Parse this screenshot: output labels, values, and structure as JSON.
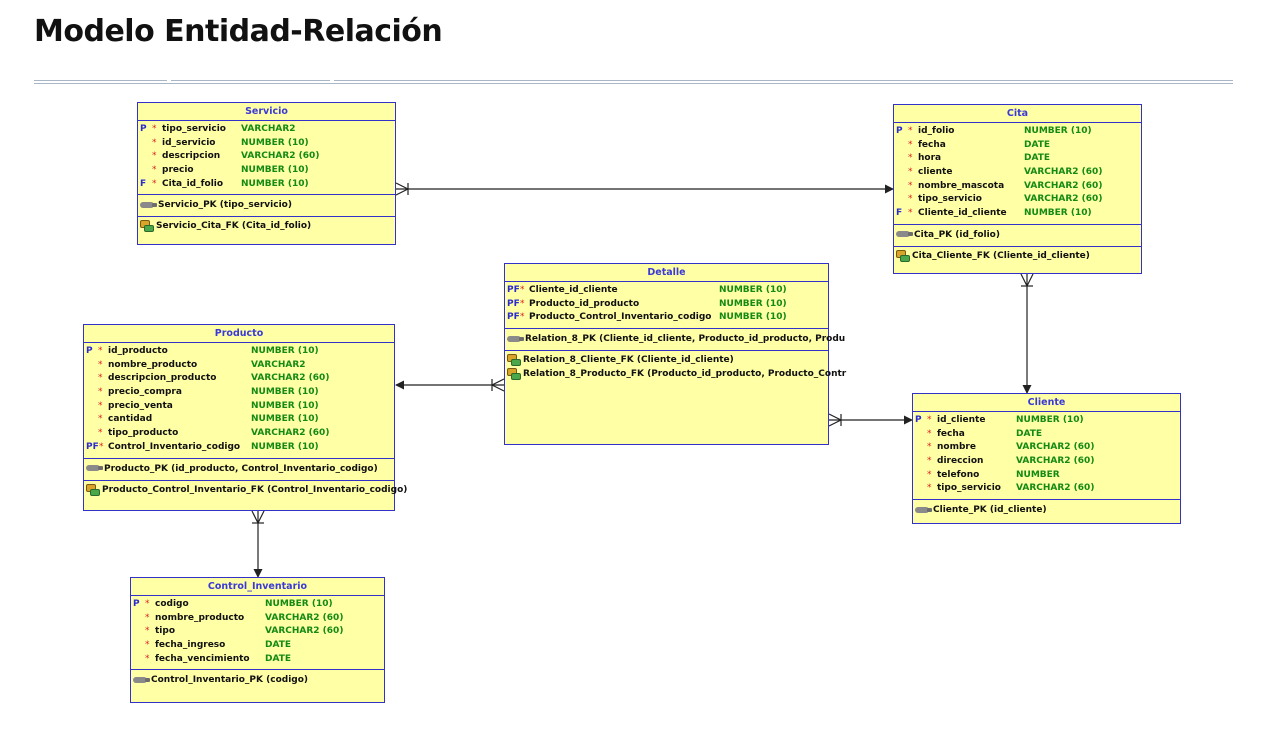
{
  "page": {
    "title": "Modelo Entidad-Relación"
  },
  "entities": {
    "servicio": {
      "name": "Servicio",
      "attributes": [
        {
          "key": "P",
          "mandatory": "*",
          "name": "tipo_servicio",
          "type": "VARCHAR2"
        },
        {
          "key": "",
          "mandatory": "*",
          "name": "id_servicio",
          "type": "NUMBER (10)"
        },
        {
          "key": "",
          "mandatory": "*",
          "name": "descripcion",
          "type": "VARCHAR2 (60)"
        },
        {
          "key": "",
          "mandatory": "*",
          "name": "precio",
          "type": "NUMBER (10)"
        },
        {
          "key": "F",
          "mandatory": "*",
          "name": "Cita_id_folio",
          "type": "NUMBER (10)"
        }
      ],
      "pk": [
        "Servicio_PK (tipo_servicio)"
      ],
      "fk": [
        "Servicio_Cita_FK (Cita_id_folio)"
      ]
    },
    "cita": {
      "name": "Cita",
      "attributes": [
        {
          "key": "P",
          "mandatory": "*",
          "name": "id_folio",
          "type": "NUMBER (10)"
        },
        {
          "key": "",
          "mandatory": "*",
          "name": "fecha",
          "type": "DATE"
        },
        {
          "key": "",
          "mandatory": "*",
          "name": "hora",
          "type": "DATE"
        },
        {
          "key": "",
          "mandatory": "*",
          "name": "cliente",
          "type": "VARCHAR2 (60)"
        },
        {
          "key": "",
          "mandatory": "*",
          "name": "nombre_mascota",
          "type": "VARCHAR2 (60)"
        },
        {
          "key": "",
          "mandatory": "*",
          "name": "tipo_servicio",
          "type": "VARCHAR2 (60)"
        },
        {
          "key": "F",
          "mandatory": "*",
          "name": "Cliente_id_cliente",
          "type": "NUMBER (10)"
        }
      ],
      "pk": [
        "Cita_PK (id_folio)"
      ],
      "fk": [
        "Cita_Cliente_FK (Cliente_id_cliente)"
      ]
    },
    "detalle": {
      "name": "Detalle",
      "attributes": [
        {
          "key": "PF",
          "mandatory": "*",
          "name": "Cliente_id_cliente",
          "type": "NUMBER (10)"
        },
        {
          "key": "PF",
          "mandatory": "*",
          "name": "Producto_id_producto",
          "type": "NUMBER (10)"
        },
        {
          "key": "PF",
          "mandatory": "*",
          "name": "Producto_Control_Inventario_codigo",
          "type": "NUMBER (10)"
        }
      ],
      "pk": [
        "Relation_8_PK (Cliente_id_cliente, Producto_id_producto, Produ"
      ],
      "fk": [
        "Relation_8_Cliente_FK (Cliente_id_cliente)",
        "Relation_8_Producto_FK (Producto_id_producto, Producto_Contr"
      ]
    },
    "producto": {
      "name": "Producto",
      "attributes": [
        {
          "key": "P",
          "mandatory": "*",
          "name": "id_producto",
          "type": "NUMBER (10)"
        },
        {
          "key": "",
          "mandatory": "*",
          "name": "nombre_producto",
          "type": "VARCHAR2"
        },
        {
          "key": "",
          "mandatory": "*",
          "name": "descripcion_producto",
          "type": "VARCHAR2 (60)"
        },
        {
          "key": "",
          "mandatory": "*",
          "name": "precio_compra",
          "type": "NUMBER (10)"
        },
        {
          "key": "",
          "mandatory": "*",
          "name": "precio_venta",
          "type": "NUMBER (10)"
        },
        {
          "key": "",
          "mandatory": "*",
          "name": "cantidad",
          "type": "NUMBER (10)"
        },
        {
          "key": "",
          "mandatory": "*",
          "name": "tipo_producto",
          "type": "VARCHAR2 (60)"
        },
        {
          "key": "PF",
          "mandatory": "*",
          "name": "Control_Inventario_codigo",
          "type": "NUMBER (10)"
        }
      ],
      "pk": [
        "Producto_PK (id_producto, Control_Inventario_codigo)"
      ],
      "fk": [
        "Producto_Control_Inventario_FK (Control_Inventario_codigo)"
      ]
    },
    "cliente": {
      "name": "Cliente",
      "attributes": [
        {
          "key": "P",
          "mandatory": "*",
          "name": "id_cliente",
          "type": "NUMBER (10)"
        },
        {
          "key": "",
          "mandatory": "*",
          "name": "fecha",
          "type": "DATE"
        },
        {
          "key": "",
          "mandatory": "*",
          "name": "nombre",
          "type": "VARCHAR2 (60)"
        },
        {
          "key": "",
          "mandatory": "*",
          "name": "direccion",
          "type": "VARCHAR2 (60)"
        },
        {
          "key": "",
          "mandatory": "*",
          "name": "telefono",
          "type": "NUMBER"
        },
        {
          "key": "",
          "mandatory": "*",
          "name": "tipo_servicio",
          "type": "VARCHAR2 (60)"
        }
      ],
      "pk": [
        "Cliente_PK (id_cliente)"
      ],
      "fk": []
    },
    "control_inventario": {
      "name": "Control_Inventario",
      "attributes": [
        {
          "key": "P",
          "mandatory": "*",
          "name": "codigo",
          "type": "NUMBER (10)"
        },
        {
          "key": "",
          "mandatory": "*",
          "name": "nombre_producto",
          "type": "VARCHAR2 (60)"
        },
        {
          "key": "",
          "mandatory": "*",
          "name": "tipo",
          "type": "VARCHAR2 (60)"
        },
        {
          "key": "",
          "mandatory": "*",
          "name": "fecha_ingreso",
          "type": "DATE"
        },
        {
          "key": "",
          "mandatory": "*",
          "name": "fecha_vencimiento",
          "type": "DATE"
        }
      ],
      "pk": [
        "Control_Inventario_PK (codigo)"
      ],
      "fk": []
    }
  },
  "relationships": [
    {
      "from": "servicio",
      "to": "cita",
      "cardinality": "many-to-one"
    },
    {
      "from": "cita",
      "to": "cliente",
      "cardinality": "many-to-one"
    },
    {
      "from": "detalle",
      "to": "producto",
      "cardinality": "many-to-one"
    },
    {
      "from": "detalle",
      "to": "cliente",
      "cardinality": "many-to-one"
    },
    {
      "from": "producto",
      "to": "control_inventario",
      "cardinality": "many-to-one"
    }
  ],
  "colors": {
    "entity_fill": "#ffffa6",
    "entity_border": "#3232c8",
    "entity_title": "#3a3ad6",
    "key_marker": "#2b2bd0",
    "mandatory_marker": "#e02020",
    "datatype": "#138a13",
    "connector": "#222222"
  },
  "icons": {
    "pk_icon": "pk-key-icon",
    "fk_icon": "fk-relation-icon"
  }
}
